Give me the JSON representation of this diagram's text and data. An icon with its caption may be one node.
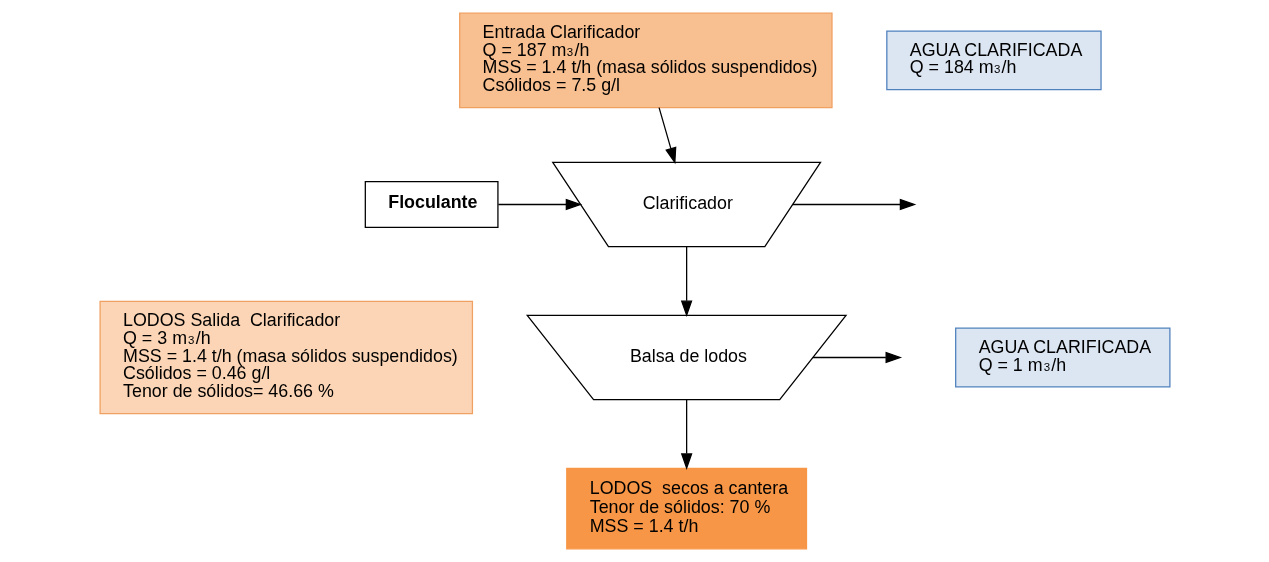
{
  "diagram": {
    "nodes": [
      {
        "text": [
          "Entrada Clarificador",
          "Q = 187 m$^{3}$/h",
          "MSS = 1.4 t/h (masa sólidos suspendidos)",
          "Csólidos = 7.5 g/l"
        ]
      },
      {
        "text": [
          "Floculante"
        ]
      },
      {
        "text": [
          "Clarificador"
        ]
      },
      {
        "text": [
          "AGUA CLARIFICADA",
          "Q = 184 m$^{3}$/h"
        ]
      },
      {
        "text": [
          "LODOS Salida  Clarificador",
          "Q = 3 m$^{3}$/h",
          "MSS = 1.4 t/h (masa sólidos suspendidos)",
          "Csólidos = 0.46 g/l",
          "Tenor de sólidos= 46.66 %"
        ]
      },
      {
        "text": [
          "Balsa de lodos"
        ]
      },
      {
        "text": [
          "AGUA CLARIFICADA",
          "Q = 1 m$^{3}$/h"
        ]
      },
      {
        "text": [
          "LODOS  secos a cantera",
          "Tenor de sólidos: 70 %",
          "MSS = 1.4 t/h"
        ]
      }
    ],
    "edges": [
      {
        "from": 0,
        "to": 2,
        "arrow": "to"
      },
      {
        "from": 1,
        "to": 2,
        "arrow": "to"
      },
      {
        "from": 2,
        "to": null,
        "arrow": "to"
      },
      {
        "from": 2,
        "to": 5,
        "arrow": "to"
      },
      {
        "from": 5,
        "to": null,
        "arrow": "to"
      },
      {
        "from": 5,
        "to": 7,
        "arrow": "to"
      }
    ]
  }
}
